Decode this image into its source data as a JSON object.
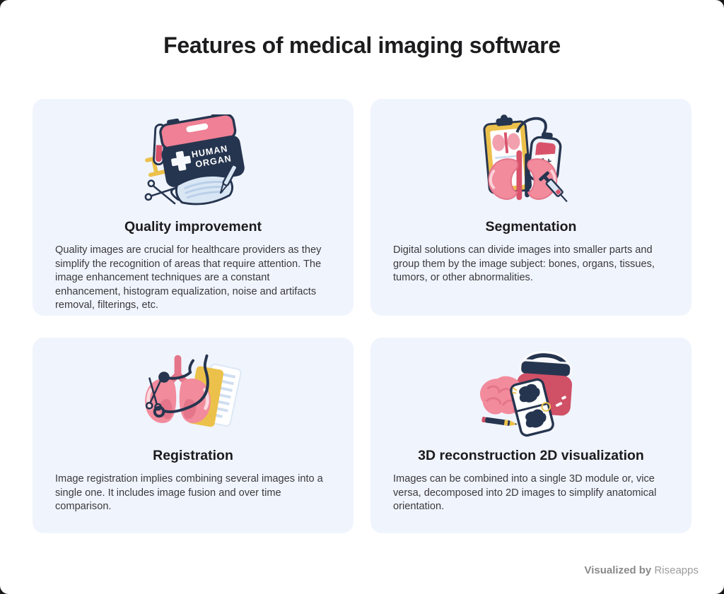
{
  "page": {
    "title": "Features of medical imaging software",
    "footer": {
      "prefix": "Visualized by",
      "brand": "Riseapps"
    }
  },
  "cards": [
    {
      "id": "quality-improvement",
      "icon": "human-organ-box-illustration",
      "title": "Quality improvement",
      "description": "Quality images are crucial for healthcare providers as they simplify the recognition of areas that require attention. The image enhancement techniques are a constant enhancement, histogram equalization, noise and artifacts removal, filterings, etc."
    },
    {
      "id": "segmentation",
      "icon": "kidneys-blood-bag-illustration",
      "title": "Segmentation",
      "description": "Digital solutions can divide images into smaller parts and group them by the image subject: bones, organs, tissues, tumors, or other abnormalities."
    },
    {
      "id": "registration",
      "icon": "lungs-stethoscope-illustration",
      "title": "Registration",
      "description": "Image registration implies combining several images into a single one. It includes image fusion and over time comparison."
    },
    {
      "id": "reconstruction-3d-2d",
      "icon": "brain-xray-illustration",
      "title": "3D reconstruction 2D visualization",
      "description": "Images can be combined into a single 3D module or, vice versa, decomposed into 2D images to simplify anatomical orientation."
    }
  ],
  "illustration_texts": {
    "organ_box_line1": "HUMAN",
    "organ_box_line2": "ORGAN",
    "blood_bag_label": "A+"
  },
  "colors": {
    "card_background": "#f0f4fd",
    "title_text": "#1d1d1f",
    "body_text": "#3a3a3c",
    "footer_text": "#9b9b9b",
    "illustration_pink": "#f28b9c",
    "illustration_dark_pink": "#e4758a",
    "illustration_red": "#d8536a",
    "illustration_crimson": "#d05066",
    "illustration_navy": "#26354f",
    "illustration_yellow": "#ecc14b",
    "illustration_light_blue": "#d9e6f4"
  }
}
